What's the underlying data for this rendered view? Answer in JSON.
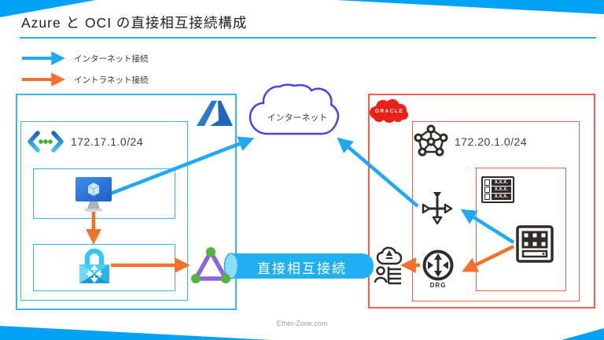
{
  "page": {
    "title": "Azure と OCI の直接相互接続構成",
    "footer": "Ether-Zone.com"
  },
  "legend": {
    "internet_label": "インターネット接続",
    "intranet_label": "イントラネット接続"
  },
  "center": {
    "internet_label": "インターネット",
    "interconnect_label": "直接相互接続"
  },
  "azure": {
    "vnet_cidr": "172.17.1.0/24"
  },
  "oci": {
    "vcn_cidr": "172.20.1.0/24",
    "oracle_label": "ORACLE",
    "drg_label": "DRG",
    "route_table_rows": [
      "X.X.X.",
      "X.X.X.",
      "X.X.X."
    ]
  },
  "colors": {
    "internet_blue": "#1FA9F2",
    "intranet_orange": "#F4712B",
    "azure_border": "#3AB3F2",
    "oci_border": "#FA5A50",
    "cloud_stroke": "#4545EF",
    "oracle_red": "#E92119",
    "icon_dark": "#302B27",
    "pipe_blue": "#1FB0F2",
    "corner_accent": "#00A2F3"
  },
  "icons": {
    "legend_internet": "blue-arrow-icon",
    "legend_intranet": "orange-arrow-icon",
    "azure_logo": "azure-logo-icon",
    "vnet": "virtual-network-icon",
    "vm": "virtual-machine-icon",
    "vpn_gateway": "vpn-gateway-lock-icon",
    "peering": "peering-triangle-icon",
    "internet_cloud": "cloud-icon",
    "oracle_logo": "oracle-cloud-logo-icon",
    "vcn": "vcn-network-icon",
    "route_table": "route-table-icon",
    "compute": "compute-instance-icon",
    "internet_gateway": "internet-gateway-icon",
    "drg": "dynamic-routing-gateway-icon",
    "fastconnect": "fastconnect-icon"
  }
}
